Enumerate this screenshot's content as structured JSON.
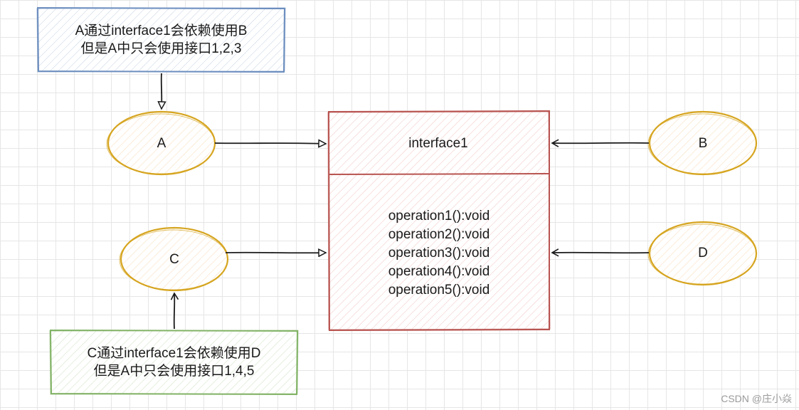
{
  "notes": {
    "a": {
      "line1": "A通过interface1会依赖使用B",
      "line2": "但是A中只会使用接口1,2,3",
      "border_color": "#6c8ebf",
      "fill_color": "#dae8fc"
    },
    "c": {
      "line1": "C通过interface1会依赖使用D",
      "line2": "但是A中只会使用接口1,4,5",
      "border_color": "#82b366",
      "fill_color": "#d5e8d4"
    }
  },
  "nodes": {
    "a": "A",
    "b": "B",
    "c": "C",
    "d": "D",
    "border_color": "#d6a520",
    "fill_color": "#ffe6cc"
  },
  "interface": {
    "name": "interface1",
    "operations": [
      "operation1():void",
      "operation2():void",
      "operation3():void",
      "operation4():void",
      "operation5():void"
    ],
    "border_color": "#b85450",
    "fill_color": "#f8cecc"
  },
  "watermark": "CSDN @庄小焱"
}
